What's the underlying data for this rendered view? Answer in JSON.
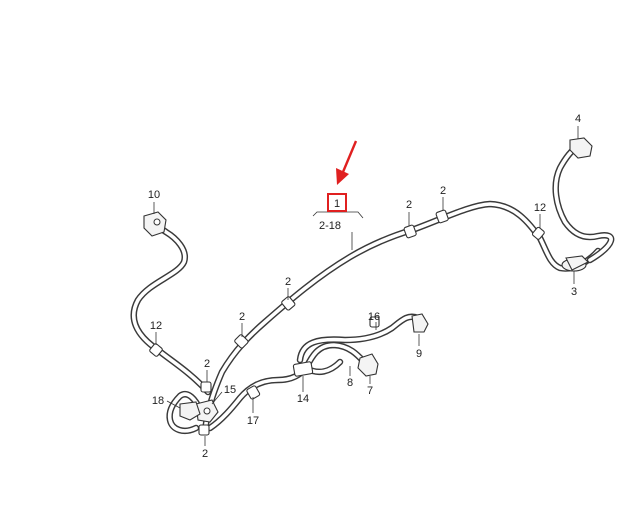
{
  "diagram": {
    "highlighted_part": "1",
    "highlight_color": "#e02020",
    "hose_color": "#3a3a3a",
    "callouts": [
      {
        "id": "c1",
        "label": "1"
      },
      {
        "id": "c2_18",
        "label": "2-18"
      },
      {
        "id": "c2a",
        "label": "2"
      },
      {
        "id": "c2b",
        "label": "2"
      },
      {
        "id": "c2c",
        "label": "2"
      },
      {
        "id": "c2d",
        "label": "2"
      },
      {
        "id": "c2e",
        "label": "2"
      },
      {
        "id": "c2f",
        "label": "2"
      },
      {
        "id": "c3",
        "label": "3"
      },
      {
        "id": "c4",
        "label": "4"
      },
      {
        "id": "c7",
        "label": "7"
      },
      {
        "id": "c8",
        "label": "8"
      },
      {
        "id": "c9",
        "label": "9"
      },
      {
        "id": "c10",
        "label": "10"
      },
      {
        "id": "c12a",
        "label": "12"
      },
      {
        "id": "c12b",
        "label": "12"
      },
      {
        "id": "c14",
        "label": "14"
      },
      {
        "id": "c15",
        "label": "15"
      },
      {
        "id": "c16",
        "label": "16"
      },
      {
        "id": "c17",
        "label": "17"
      },
      {
        "id": "c18",
        "label": "18"
      }
    ]
  }
}
